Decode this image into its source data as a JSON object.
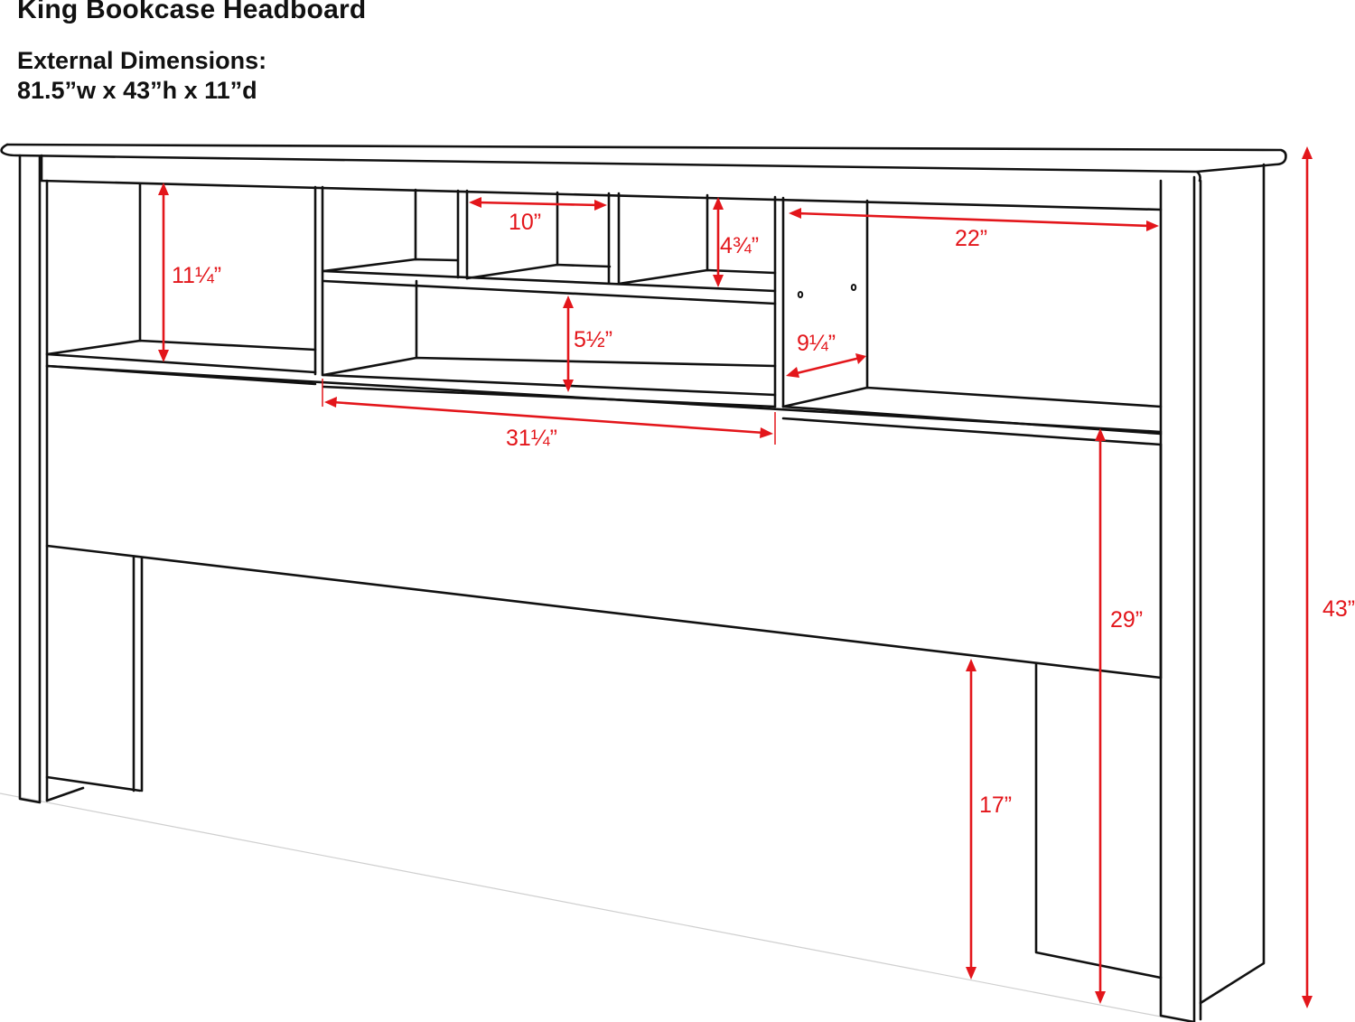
{
  "header": {
    "title": "King Bookcase Headboard",
    "external_dimensions_label": "External Dimensions:",
    "external_dimensions_value": "81.5”w x 43”h x 11”d"
  },
  "colors": {
    "line": "#111111",
    "dimension": "#e3161b",
    "background": "#ffffff"
  },
  "dimensions": {
    "left_cubby_height": "11¼”",
    "small_cubby_width": "10”",
    "small_cubby_height": "4¾”",
    "right_cubby_width": "22”",
    "lower_center_cubby_height": "5½”",
    "right_cubby_depth": "9¼”",
    "center_section_width": "31¼”",
    "shelf_to_floor_height": "29”",
    "overall_height": "43”",
    "panel_bottom_clearance": "17”"
  }
}
